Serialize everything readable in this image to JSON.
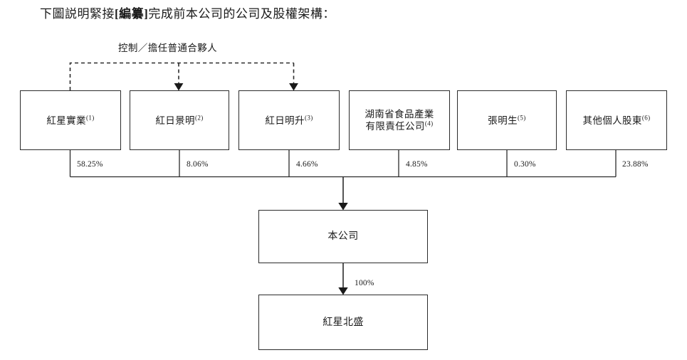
{
  "document": {
    "intro_prefix": "下圖説明緊接",
    "intro_bracket": "[編纂]",
    "intro_suffix": "完成前本公司的公司及股權架構：",
    "control_caption": "控制／擔任普通合夥人"
  },
  "chart_data": {
    "type": "diagram",
    "title": "公司及股權架構",
    "shareholders": [
      {
        "name": "紅星實業",
        "note": "(1)",
        "percent": "58.25%"
      },
      {
        "name": "紅日景明",
        "note": "(2)",
        "percent": "8.06%"
      },
      {
        "name": "紅日明升",
        "note": "(3)",
        "percent": "4.66%"
      },
      {
        "name": "湖南省食品產業\n有限責任公司",
        "note": "(4)",
        "percent": "4.85%"
      },
      {
        "name": "張明生",
        "note": "(5)",
        "percent": "0.30%"
      },
      {
        "name": "其他個人股東",
        "note": "(6)",
        "percent": "23.88%"
      }
    ],
    "entities": {
      "company": "本公司",
      "subsidiary": "紅星北盛"
    },
    "edges": [
      {
        "from": "紅星實業",
        "to": "紅日景明",
        "style": "dashed",
        "label": "控制／擔任普通合夥人"
      },
      {
        "from": "紅星實業",
        "to": "紅日明升",
        "style": "dashed",
        "label": "控制／擔任普通合夥人"
      },
      {
        "from": "shareholders",
        "to": "本公司",
        "style": "solid"
      },
      {
        "from": "本公司",
        "to": "紅星北盛",
        "style": "solid",
        "label": "100%"
      }
    ],
    "ownership_label": "100%",
    "colors": {
      "line": "#2b2b2b",
      "box_border": "#2b2b2b",
      "background": "#ffffff",
      "text": "#1a1a1a"
    }
  },
  "boxes": {
    "b0": {
      "label": "紅星實業",
      "sup": "(1)"
    },
    "b1": {
      "label": "紅日景明",
      "sup": "(2)"
    },
    "b2": {
      "label": "紅日明升",
      "sup": "(3)"
    },
    "b3_line1": "湖南省食品產業",
    "b3_line2": "有限責任公司",
    "b3_sup": "(4)",
    "b4": {
      "label": "張明生",
      "sup": "(5)"
    },
    "b5": {
      "label": "其他個人股東",
      "sup": "(6)"
    },
    "company": "本公司",
    "subsidiary": "紅星北盛"
  },
  "percents": {
    "p0": "58.25%",
    "p1": "8.06%",
    "p2": "4.66%",
    "p3": "4.85%",
    "p4": "0.30%",
    "p5": "23.88%",
    "p_sub": "100%"
  }
}
